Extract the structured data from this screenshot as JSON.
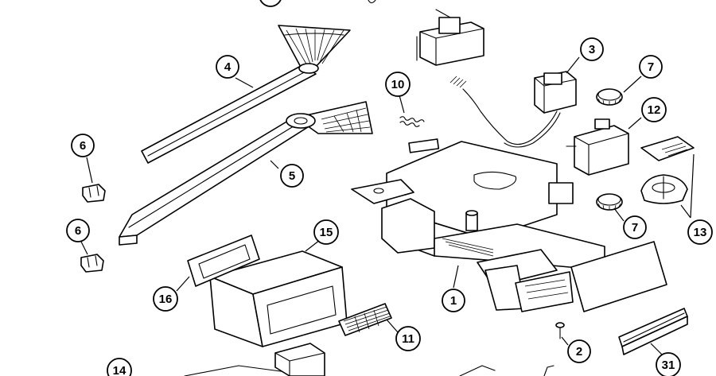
{
  "callouts": [
    {
      "id": "c-4",
      "label": "4"
    },
    {
      "id": "c-5",
      "label": "5"
    },
    {
      "id": "c-6a",
      "label": "6"
    },
    {
      "id": "c-6b",
      "label": "6"
    },
    {
      "id": "c-10",
      "label": "10"
    },
    {
      "id": "c-3",
      "label": "3"
    },
    {
      "id": "c-7a",
      "label": "7"
    },
    {
      "id": "c-7b",
      "label": "7"
    },
    {
      "id": "c-12",
      "label": "12"
    },
    {
      "id": "c-13",
      "label": "13"
    },
    {
      "id": "c-15",
      "label": "15"
    },
    {
      "id": "c-16",
      "label": "16"
    },
    {
      "id": "c-1",
      "label": "1"
    },
    {
      "id": "c-11",
      "label": "11"
    },
    {
      "id": "c-2",
      "label": "2"
    },
    {
      "id": "c-31",
      "label": "31"
    },
    {
      "id": "c-14",
      "label": "14"
    }
  ]
}
